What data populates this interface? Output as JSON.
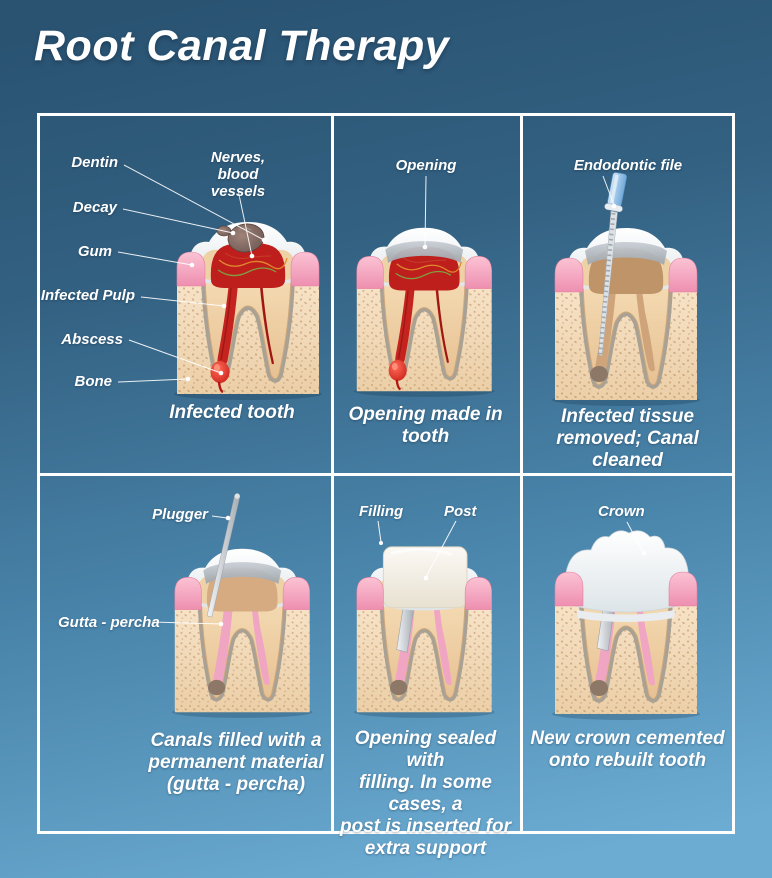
{
  "title": "Root Canal Therapy",
  "colors": {
    "background_top": "#2a5372",
    "background_bottom": "#6cacd3",
    "grid_line": "#ffffff",
    "text": "#ffffff",
    "gum": "#f2a0b8",
    "bone": "#f2d6b2",
    "infected_pulp": "#c5231f",
    "gutta_percha": "#f0a5c2"
  },
  "panels": [
    {
      "name": "infected-tooth",
      "caption": "Infected tooth",
      "labels": {
        "dentin": "Dentin",
        "decay": "Decay",
        "gum": "Gum",
        "infected_pulp": "Infected Pulp",
        "abscess": "Abscess",
        "bone": "Bone",
        "nerves": "Nerves, blood\nvessels"
      }
    },
    {
      "name": "opening-made-in-tooth",
      "caption": "Opening made in\ntooth",
      "labels": {
        "opening": "Opening"
      }
    },
    {
      "name": "infected-tissue-removed",
      "caption": "Infected tissue\nremoved; Canal cleaned",
      "labels": {
        "endodontic_file": "Endodontic file"
      }
    },
    {
      "name": "canals-filled",
      "caption": "Canals filled with a\npermanent material\n(gutta - percha)",
      "labels": {
        "plugger": "Plugger",
        "gutta_percha": "Gutta - percha"
      }
    },
    {
      "name": "opening-sealed",
      "caption": "Opening sealed with\nfilling. In some cases, a\npost is inserted for\nextra support",
      "labels": {
        "filling": "Filling",
        "post": "Post"
      }
    },
    {
      "name": "new-crown",
      "caption": "New crown cemented\nonto rebuilt tooth",
      "labels": {
        "crown": "Crown"
      }
    }
  ]
}
